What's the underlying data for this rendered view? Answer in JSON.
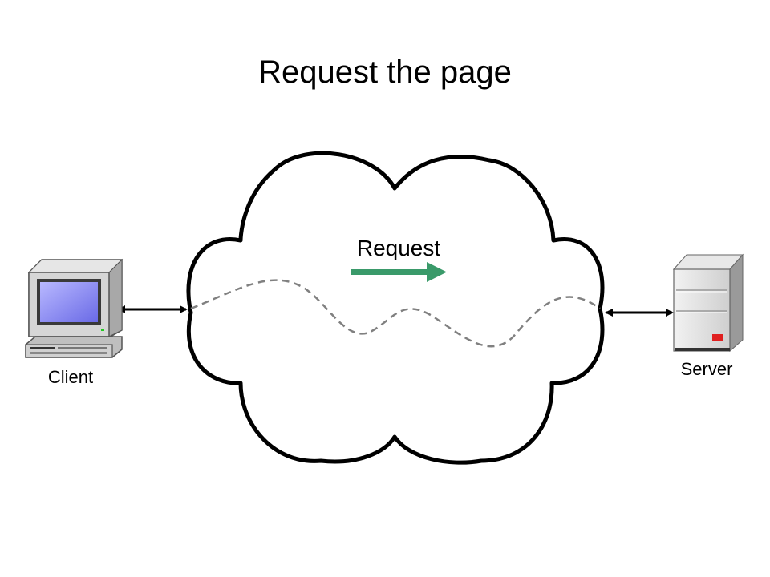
{
  "slide": {
    "title": "Request the page"
  },
  "diagram": {
    "request_label": "Request",
    "client_label": "Client",
    "server_label": "Server",
    "colors": {
      "request_arrow": "#3a9a6a",
      "connection_path": "#808080",
      "cloud_outline": "#000000",
      "monitor_screen": "#8c8cf0",
      "server_led": "#e02020"
    },
    "icons": {
      "client": "desktop-computer-icon",
      "server": "server-tower-icon",
      "network": "internet-cloud-icon"
    }
  }
}
